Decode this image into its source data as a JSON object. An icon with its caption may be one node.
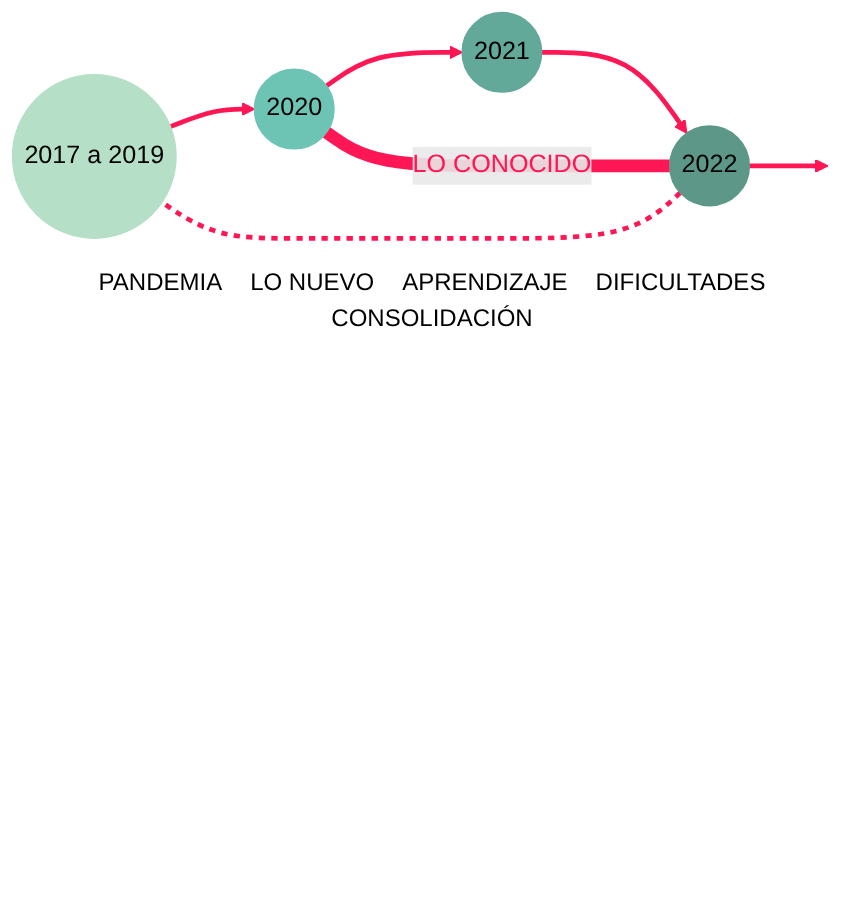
{
  "diagram": {
    "nodes": [
      {
        "text": [
          "2017 a 2019"
        ]
      },
      {
        "text": [
          "2022"
        ]
      },
      {
        "text": [
          "2020"
        ]
      },
      {
        "text": [
          "2021"
        ]
      }
    ],
    "edges": [
      {
        "from": 0,
        "to": 2,
        "arrow": "to"
      },
      {
        "from": 2,
        "to": 3,
        "arrow": "to"
      },
      {
        "from": 3,
        "to": 1,
        "arrow": "to"
      },
      {
        "from": 1,
        "to": 0,
        "arrow": "none",
        "style": "dashed"
      },
      {
        "from": 1,
        "to": 2,
        "arrow": "none",
        "style": "thick",
        "label": "LO CONOCIDO"
      },
      {
        "from": 1,
        "to": null,
        "arrow": "to"
      }
    ],
    "labels": [
      "PANDEMIA",
      "LO NUEVO",
      "APRENDIZAJE",
      "DIFICULTADES",
      "CONSOLIDACIÓN"
    ]
  }
}
